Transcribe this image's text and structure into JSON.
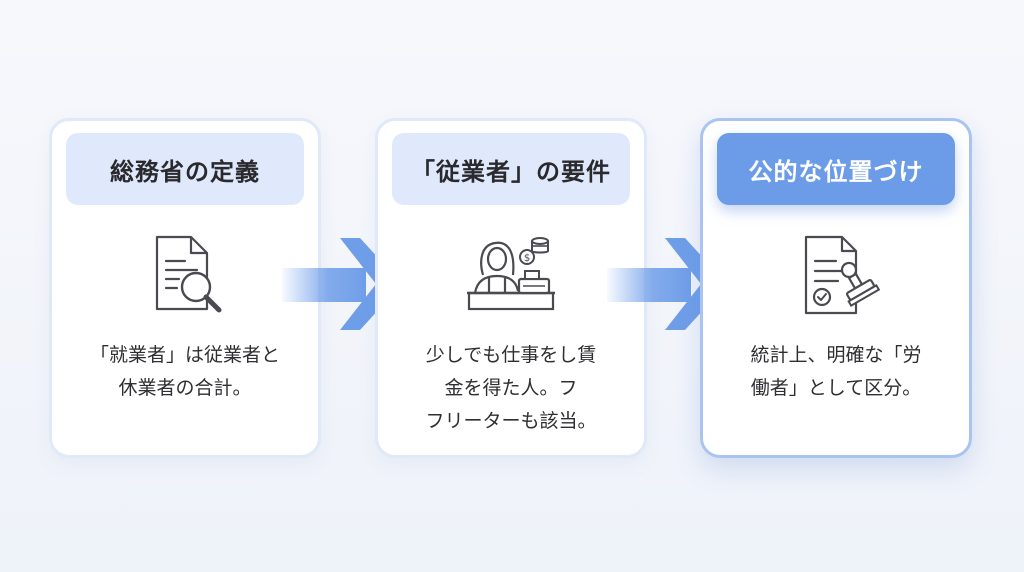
{
  "steps": [
    {
      "title": "総務省の定義",
      "text": "「就業者」は従業者と\n休業者の合計。",
      "icon": "document-search-icon"
    },
    {
      "title": "「従業者」の要件",
      "text": "少しでも仕事をし賃\n金を得た人。フ\nフリーターも該当。",
      "icon": "cashier-worker-icon"
    },
    {
      "title": "公的な位置づけ",
      "text": "統計上、明確な「労\n働者」として区分。",
      "icon": "certified-document-stamp-icon"
    }
  ],
  "arrows": [
    "arrow-right-icon",
    "arrow-right-icon"
  ],
  "colors": {
    "card_border": "#dfe9f7",
    "active_border": "#a9c4f1",
    "header_bg": "#dfe9fb",
    "active_header_bg": "#6c9be8",
    "arrow": "#6f9ee9",
    "icon_stroke": "#4a4a50"
  }
}
